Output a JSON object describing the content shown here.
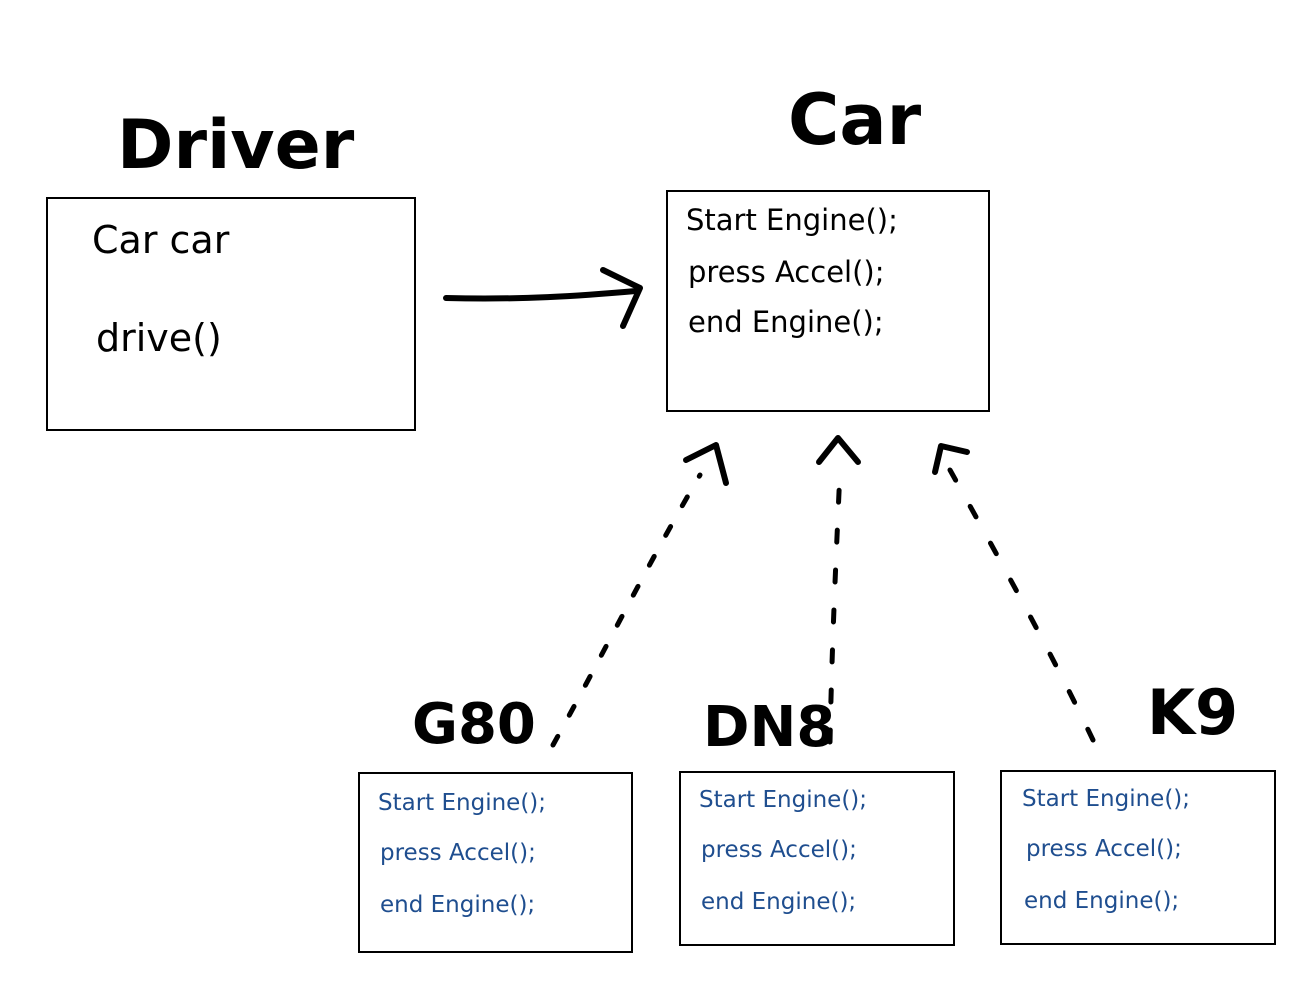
{
  "titles": {
    "driver": "Driver",
    "car": "Car",
    "g80": "G80",
    "dn8": "DN8",
    "k9": "K9"
  },
  "driver_box": {
    "field": "Car   car",
    "method": "drive()"
  },
  "car_box": {
    "lines": [
      "Start Engine();",
      "press Accel();",
      "end Engine();"
    ]
  },
  "g80_box": {
    "lines": [
      "Start Engine();",
      "press Accel();",
      "end Engine();"
    ]
  },
  "dn8_box": {
    "lines": [
      "Start Engine();",
      "press Accel();",
      "end Engine();"
    ]
  },
  "k9_box": {
    "lines": [
      "Start Engine();",
      "press Accel();",
      "end Engine();"
    ]
  },
  "colors": {
    "ink": "#000000",
    "subclass_text": "#1f4e8f"
  }
}
